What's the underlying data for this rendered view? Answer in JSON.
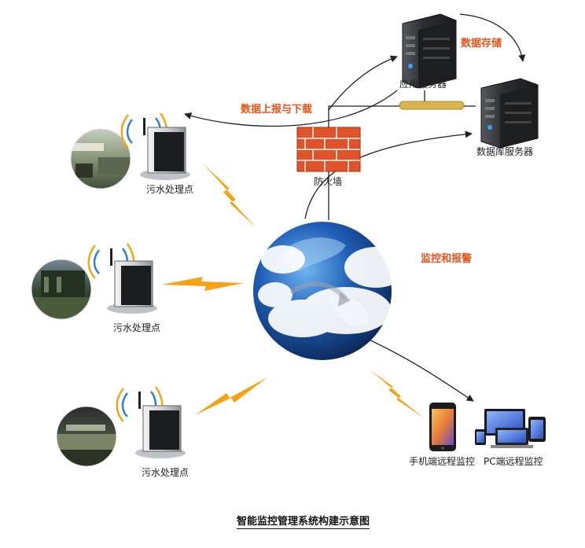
{
  "diagram": {
    "title": "智能监控管理系统构建示意图",
    "labels": {
      "app_server": "应用服务器",
      "db_server": "数据库服务器",
      "firewall": "防火墙",
      "station_1": "污水处理点",
      "station_2": "污水处理点",
      "station_3": "污水处理点",
      "mobile_monitor": "手机端远程监控",
      "pc_monitor": "PC端远程监控"
    },
    "annotations": {
      "data_storage": "数据存储",
      "data_upload_download": "数据上报与下载",
      "monitor_alarm": "监控和报警"
    },
    "colors": {
      "accent_text": "#e8541a",
      "lightning": "#f5a214",
      "firewall_brick": "#e0532a",
      "server_body": "#2b2d30",
      "globe_blue": "#1d4fa0",
      "connector": "#d9b44a"
    }
  }
}
